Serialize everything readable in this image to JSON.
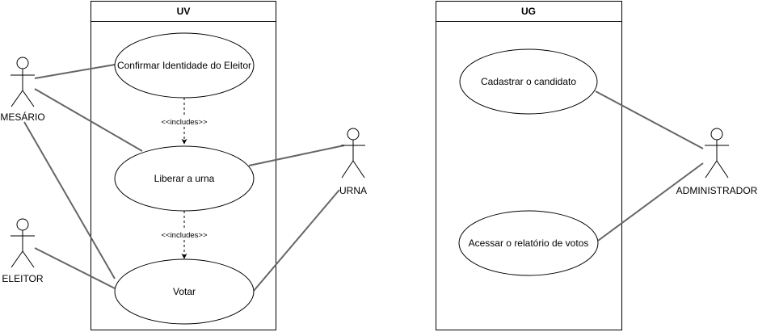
{
  "diagram": {
    "boundaries": {
      "uv": {
        "title": "UV"
      },
      "ug": {
        "title": "UG"
      }
    },
    "use_cases": {
      "confirm_identity": "Confirmar Identidade do Eleitor",
      "release_urn": "Liberar a urna",
      "vote": "Votar",
      "register_candidate": "Cadastrar o candidato",
      "vote_report": "Acessar o relatório de votos"
    },
    "actors": {
      "mesario": "MESÁRIO",
      "eleitor": "ELEITOR",
      "urna": "URNA",
      "administrador": "ADMINISTRADOR"
    },
    "relations": {
      "include_1": "<<includes>>",
      "include_2": "<<includes>>"
    },
    "colors": {
      "stroke": "#000000",
      "association": "#666666",
      "background": "#ffffff"
    }
  }
}
